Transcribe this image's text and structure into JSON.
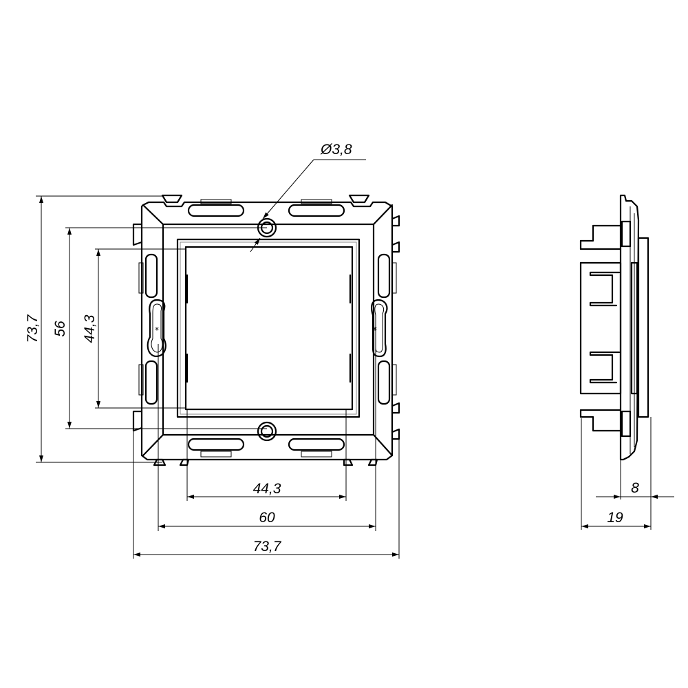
{
  "drawing": {
    "type": "technical-dimension-drawing",
    "views": [
      "front-view",
      "side-view"
    ],
    "units": "mm",
    "front_view": {
      "hole_label": "Ø3,8",
      "dimensions": {
        "overall_height": "73,7",
        "mount_height": "56",
        "opening_height": "44,3",
        "opening_width": "44,3",
        "mount_width": "60",
        "overall_width": "73,7"
      }
    },
    "side_view": {
      "dimensions": {
        "front_depth": "8",
        "total_depth": "19"
      }
    }
  },
  "colors": {
    "line": "#000000",
    "background": "#ffffff"
  }
}
